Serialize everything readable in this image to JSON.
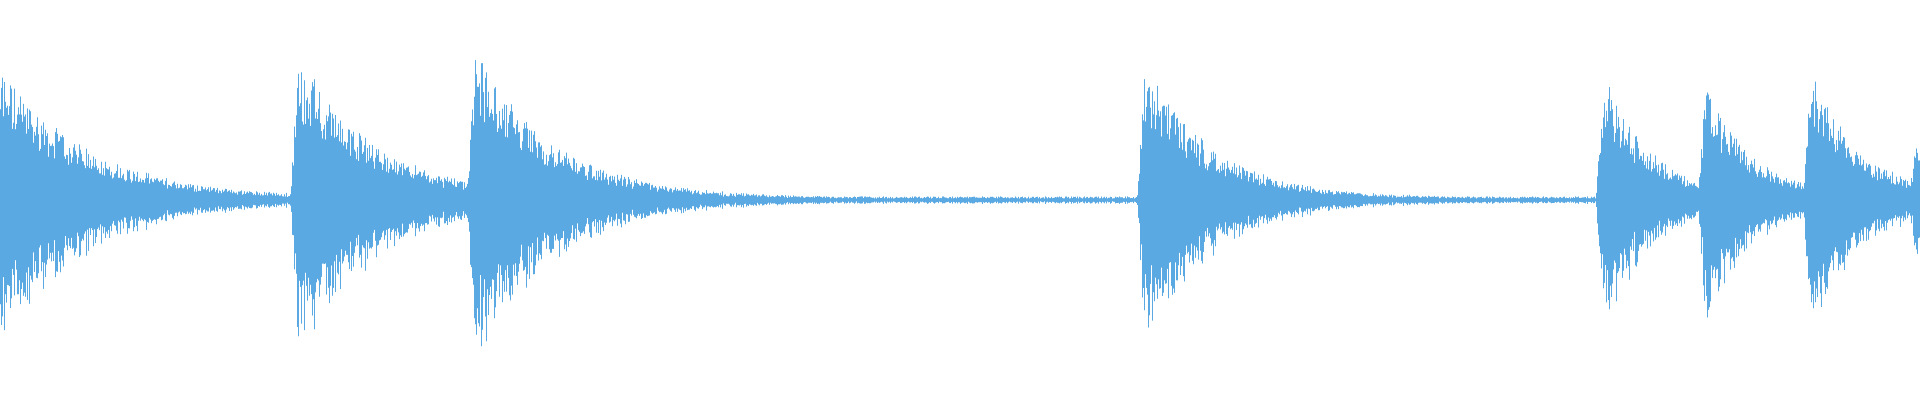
{
  "waveform": {
    "color": "#5aa9e2",
    "background": "#ffffff",
    "peak_fraction_note": null,
    "bursts": [
      {
        "time": 0.0,
        "peak": 0.66,
        "decay": 0.045
      },
      {
        "time": 0.155,
        "peak": 0.72,
        "decay": 0.04
      },
      {
        "time": 0.247,
        "peak": 0.75,
        "decay": 0.04
      },
      {
        "time": 0.596,
        "peak": 0.68,
        "decay": 0.035
      },
      {
        "time": 0.835,
        "peak": 0.62,
        "decay": 0.025
      },
      {
        "time": 0.888,
        "peak": 0.56,
        "decay": 0.025
      },
      {
        "time": 0.943,
        "peak": 0.68,
        "decay": 0.025
      },
      {
        "time": 0.998,
        "peak": 0.35,
        "decay": 0.01
      }
    ],
    "noise_floor": 0.018
  }
}
